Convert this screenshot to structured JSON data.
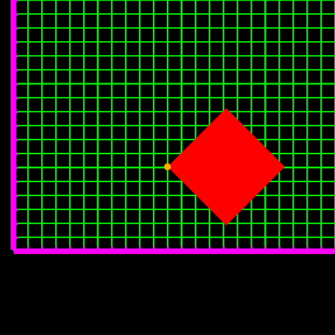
{
  "scene": {
    "background_color": "#000000",
    "grid": {
      "visible": true,
      "line_color": "#00ff00",
      "columns": 23,
      "rows": 18,
      "major_every": 6
    },
    "axes": {
      "color": "#ff00ff",
      "sides": [
        "left",
        "bottom"
      ],
      "tick_marks": true
    },
    "shape": {
      "kind": "diamond",
      "color": "#ff0000"
    },
    "marker": {
      "kind": "dot",
      "color": "#ffb000"
    }
  }
}
